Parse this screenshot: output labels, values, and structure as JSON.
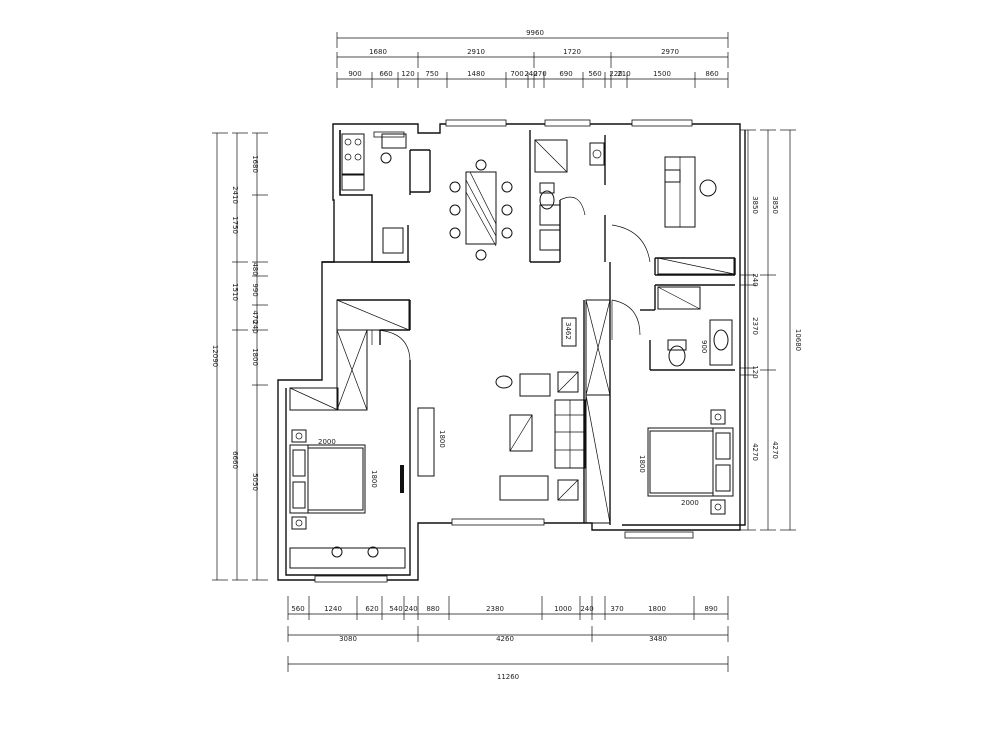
{
  "dimensions": {
    "top_total": "9960",
    "top_level2": [
      "1680",
      "2910",
      "1720",
      "2970"
    ],
    "top_level1": [
      "900",
      "660",
      "120",
      "750",
      "1480",
      "700",
      "240",
      "270",
      "690",
      "560",
      "220",
      "210",
      "1500",
      "860"
    ],
    "left_total": "12090",
    "left_level2": [
      "2410",
      "1750",
      "1510",
      "6660",
      "5050"
    ],
    "left_level1": [
      "1680",
      "480",
      "990",
      "470",
      "240",
      "1800"
    ],
    "right_total": "10680",
    "right_level2": [
      "3850",
      "4270"
    ],
    "right_level1": [
      "3850",
      "240",
      "2370",
      "120",
      "4270"
    ],
    "bottom_level1": [
      "560",
      "1240",
      "620",
      "540",
      "240",
      "880",
      "2380",
      "1000",
      "240",
      "370",
      "1800",
      "890"
    ],
    "bottom_level2": [
      "3080",
      "4260",
      "3480"
    ],
    "bottom_total": "11260"
  },
  "room_labels": {
    "bed_left_width": "2000",
    "bed_left_length": "1800",
    "bed_right_length": "1800",
    "bed_right_width": "2000",
    "tv_wall_left": "1800",
    "living_wall": "3462",
    "bath_vanity": "900"
  }
}
